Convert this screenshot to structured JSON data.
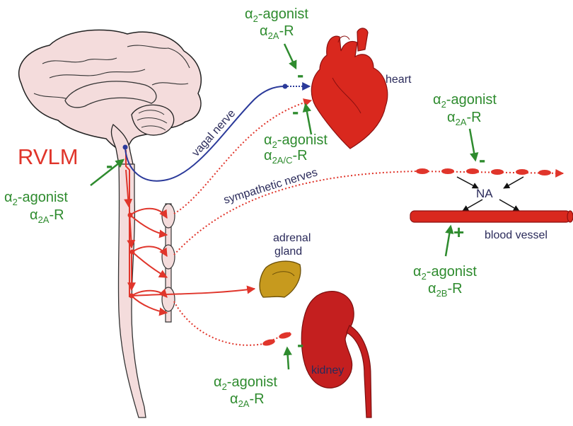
{
  "labels": {
    "rvlm": "RVLM",
    "heart": "heart",
    "vagal_nerve": "vagal nerve",
    "sympathetic_nerves": "sympathetic  nerves",
    "adrenal_line1": "adrenal",
    "adrenal_line2": "gland",
    "kidney": "kidney",
    "blood_vessel": "blood vessel",
    "na": "NA"
  },
  "annotations": {
    "heart_top": {
      "agonist_prefix": "α",
      "agonist_sub": "2",
      "agonist_suffix": "-agonist",
      "receptor_prefix": "α",
      "receptor_sub": "2A",
      "receptor_suffix": "-R",
      "sign": "-"
    },
    "heart_bottom": {
      "agonist_prefix": "α",
      "agonist_sub": "2",
      "agonist_suffix": "-agonist",
      "receptor_prefix": "α",
      "receptor_sub": "2A/C",
      "receptor_suffix": "-R",
      "sign": "-"
    },
    "rvlm": {
      "agonist_prefix": "α",
      "agonist_sub": "2",
      "agonist_suffix": "-agonist",
      "receptor_prefix": "α",
      "receptor_sub": "2A",
      "receptor_suffix": "-R",
      "sign": "-"
    },
    "vessel_top": {
      "agonist_prefix": "α",
      "agonist_sub": "2",
      "agonist_suffix": "-agonist",
      "receptor_prefix": "α",
      "receptor_sub": "2A",
      "receptor_suffix": "-R",
      "sign": "-"
    },
    "vessel_bottom": {
      "agonist_prefix": "α",
      "agonist_sub": "2",
      "agonist_suffix": "-agonist",
      "receptor_prefix": "α",
      "receptor_sub": "2B",
      "receptor_suffix": "-R",
      "sign": "+"
    },
    "kidney": {
      "agonist_prefix": "α",
      "agonist_sub": "2",
      "agonist_suffix": "-agonist",
      "receptor_prefix": "α",
      "receptor_sub": "2A",
      "receptor_suffix": "-R",
      "sign": "-"
    }
  },
  "colors": {
    "organ_red": "#d9281e",
    "sympathetic_red": "#e0352b",
    "vagal_blue": "#2b3a9a",
    "agonist_green": "#2e8b2e",
    "brain_pink": "#f4dcdc",
    "adrenal_gold": "#c79a1e",
    "text_dark": "#2a2a5a"
  }
}
